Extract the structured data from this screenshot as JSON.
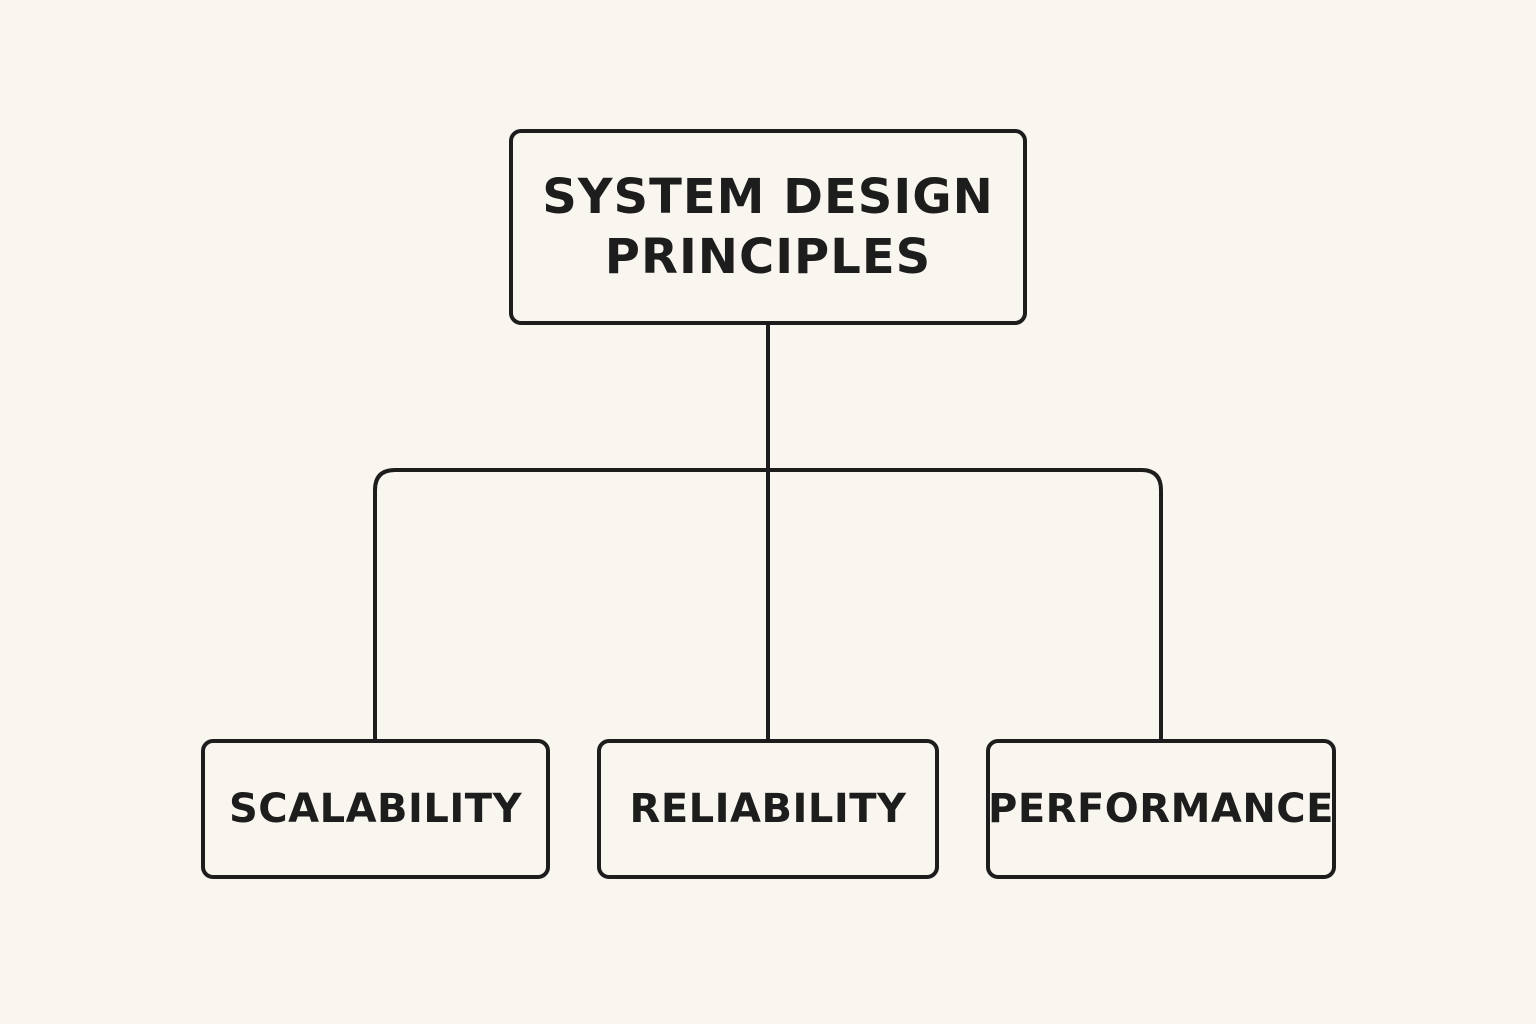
{
  "diagram": {
    "root": {
      "line1": "SYSTEM DESIGN",
      "line2": "PRINCIPLES"
    },
    "children": [
      {
        "label": "SCALABILITY"
      },
      {
        "label": "RELIABILITY"
      },
      {
        "label": "PERFORMANCE"
      }
    ],
    "colors": {
      "background": "#f9f5ef",
      "stroke": "#1d1d1d",
      "text": "#1d1d1d"
    }
  }
}
